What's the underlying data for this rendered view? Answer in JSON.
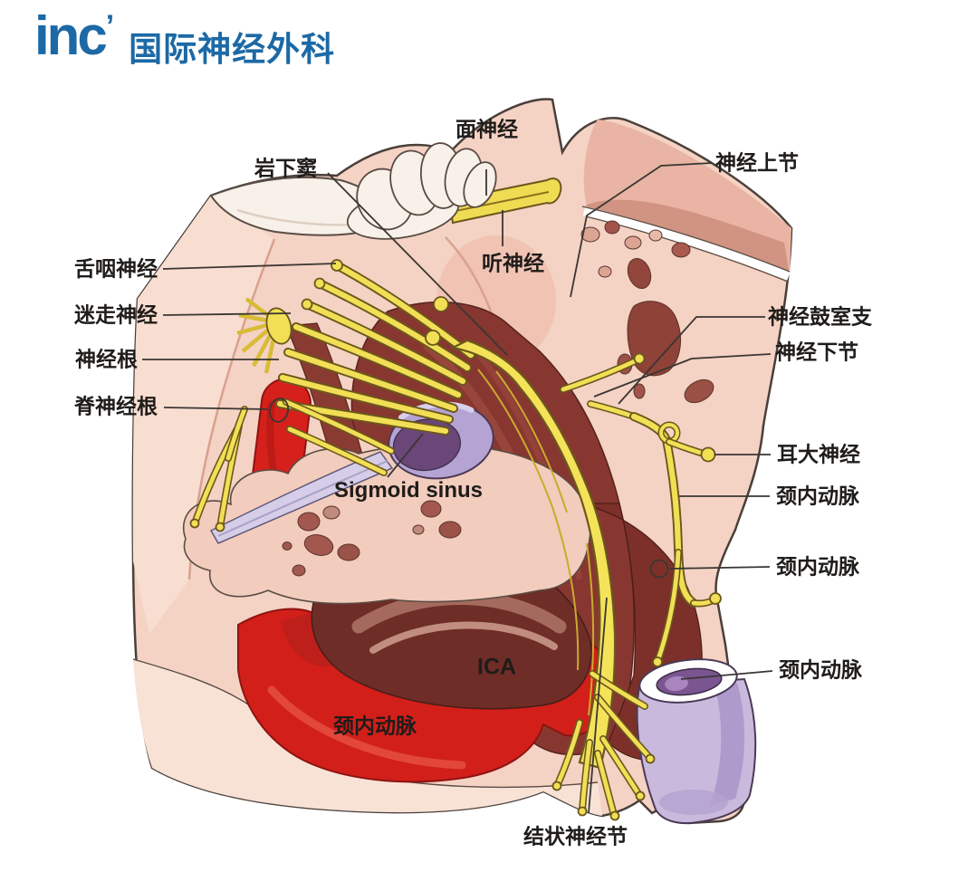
{
  "logo": {
    "wordmark": "inc",
    "suffix_mark": "’",
    "title": "国际神经外科",
    "brand_color": "#1c69a6"
  },
  "labels": {
    "facial_nerve": "面神经",
    "inferior_petrosal_sinus": "岩下窦",
    "auditory_nerve": "听神经",
    "superior_ganglion": "神经上节",
    "glossopharyngeal_nerve": "舌咽神经",
    "vagus_nerve": "迷走神经",
    "nerve_root": "神经根",
    "spinal_nerve_root": "脊神经根",
    "tympanic_branch": "神经鼓室支",
    "inferior_ganglion": "神经下节",
    "great_auricular_nerve": "耳大神经",
    "internal_carotid_upper": "颈内动脉",
    "internal_carotid_middle": "颈内动脉",
    "internal_carotid_lower": "颈内动脉",
    "sigmoid_sinus": "Sigmoid sinus",
    "ica_abbrev": "ICA",
    "internal_carotid_on_artery": "颈内动脉",
    "nodose_ganglion": "结状神经节"
  },
  "palette": {
    "brand_blue": "#1c69a6",
    "skin_base": "#f4d2c4",
    "skin_light": "#f8e0d3",
    "muscle_maroon": "#873730",
    "nerve_yellow": "#f2df55",
    "artery_red": "#d21f1a",
    "vein_purple": "#c9b9dd",
    "sinus_purple": "#6b4679",
    "bone_pink": "#f2ccbc",
    "label_text": "#1f1c1a"
  }
}
